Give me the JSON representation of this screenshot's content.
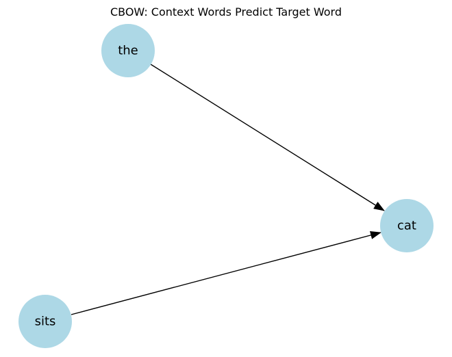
{
  "title": "CBOW: Context Words Predict Target Word",
  "colors": {
    "node_fill": "#add8e6",
    "edge_stroke": "#000000",
    "background": "#ffffff"
  },
  "nodes": [
    {
      "id": "the",
      "label": "the"
    },
    {
      "id": "sits",
      "label": "sits"
    },
    {
      "id": "cat",
      "label": "cat"
    }
  ],
  "edges": [
    {
      "from": "the",
      "to": "cat"
    },
    {
      "from": "sits",
      "to": "cat"
    }
  ]
}
